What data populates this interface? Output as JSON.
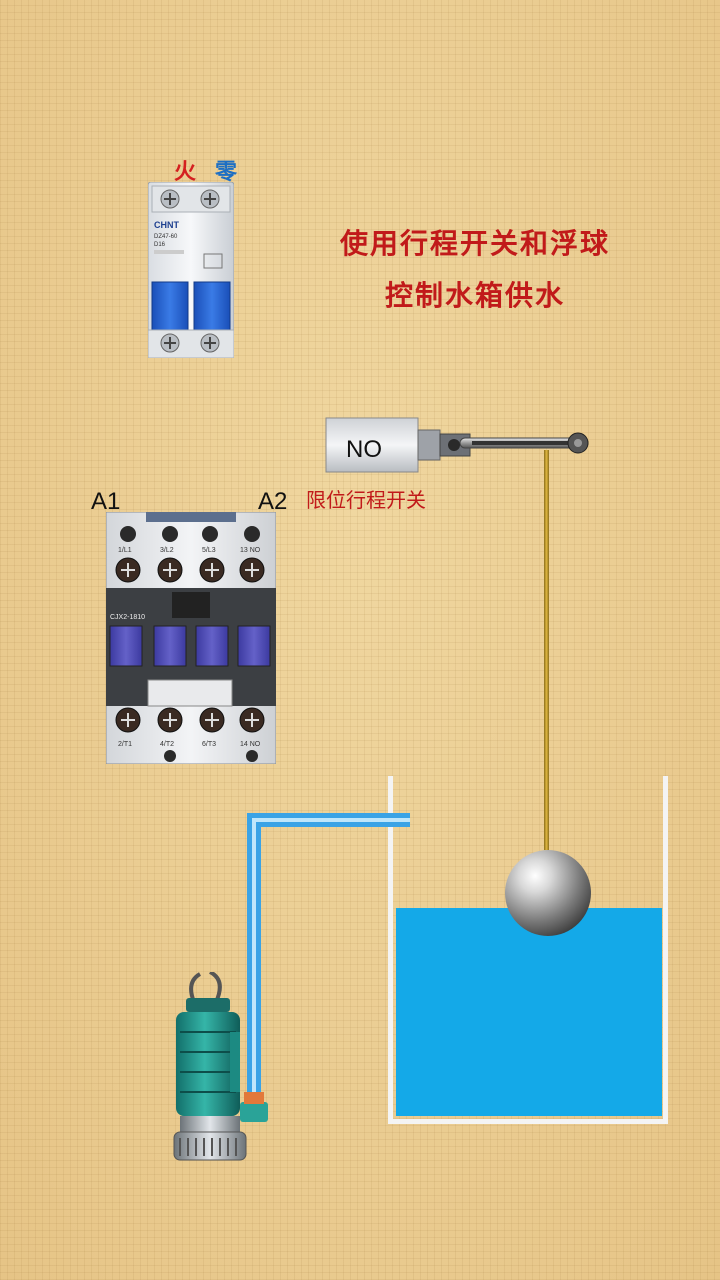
{
  "title": {
    "line1": "使用行程开关和浮球",
    "line2": "控制水箱供水"
  },
  "breaker": {
    "live_label": "火",
    "neutral_label": "零",
    "brand": "CHNT",
    "model": "DZ47-60",
    "rating": "D16",
    "colors": {
      "live": "#d42020",
      "neutral": "#1d6fc4"
    }
  },
  "contactor": {
    "coil_a1": "A1",
    "coil_a2": "A2",
    "model": "CJX2-1810",
    "top_terminals": [
      "1/L1",
      "3/L2",
      "5/L3",
      "13 NO"
    ],
    "bottom_terminals": [
      "2/T1",
      "4/T2",
      "6/T3",
      "14 NO"
    ]
  },
  "limit_switch": {
    "contact_label": "NO",
    "caption": "限位行程开关"
  },
  "tank": {
    "water_color": "#14a9e8"
  },
  "colors": {
    "title": "#c11a1a",
    "background": "#e8cb8e"
  }
}
